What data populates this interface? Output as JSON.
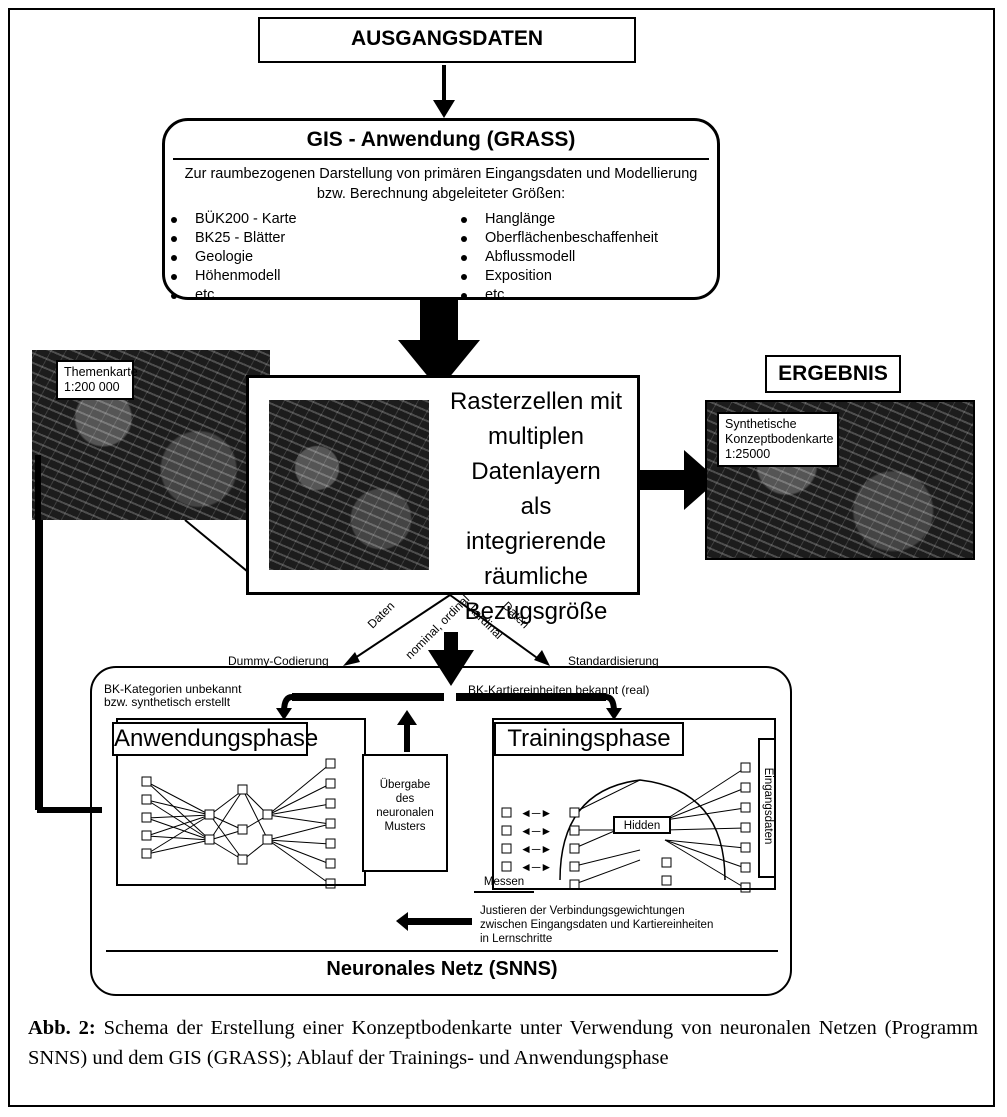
{
  "header_box": {
    "label": "AUSGANGSDATEN"
  },
  "gis": {
    "title": "GIS - Anwendung (GRASS)",
    "description": "Zur raumbezogenen Darstellung von primären Eingangsdaten und Modellierung bzw. Berechnung abgeleiteter Größen:",
    "list_left": [
      "BÜK200 - Karte",
      "BK25 - Blätter",
      "Geologie",
      "Höhenmodell",
      "etc."
    ],
    "list_right": [
      "Hanglänge",
      "Oberflächenbeschaffenheit",
      "Abflussmodell",
      "Exposition",
      "etc."
    ]
  },
  "theme_map": {
    "label_line1": "Themenkarte",
    "label_line2": "1:200 000"
  },
  "raster": {
    "lines": [
      "Rasterzellen mit",
      "multiplen",
      "Datenlayern",
      "als",
      "integrierende",
      "räumliche",
      "Bezugsgröße"
    ]
  },
  "result": {
    "label": "ERGEBNIS",
    "map_label_line1": "Synthetische",
    "map_label_line2": "Konzeptbodenkarte",
    "map_label_line3": "1:25000"
  },
  "edges": {
    "left_data": "Daten",
    "left_scale": "nominal, ordinal",
    "left_coding": "Dummy-Codierung",
    "right_data": "Daten",
    "right_scale": "kardinal",
    "right_coding": "Standardisierung"
  },
  "nn": {
    "left_note_line1": "BK-Kategorien unbekannt",
    "left_note_line2": "bzw. synthetisch erstellt",
    "right_note": "BK-Kartiereinheiten bekannt (real)",
    "application_phase": "Anwendungsphase",
    "training_phase": "Trainingsphase",
    "transfer_line1": "Übergabe",
    "transfer_line2": "des",
    "transfer_line3": "neuronalen",
    "transfer_line4": "Musters",
    "hidden": "Hidden",
    "measure": "Messen",
    "vertical_label": "Eingangsdaten",
    "adjust_line1": "Justieren der Verbindungsgewichtungen",
    "adjust_line2": "zwischen Eingangsdaten und Kartiereinheiten",
    "adjust_line3": "in Lernschritte",
    "title": "Neuronales Netz (SNNS)"
  },
  "caption": {
    "prefix": "Abb. 2:",
    "text": "Schema der Erstellung einer Konzeptbodenkarte unter Verwendung von neuronalen Netzen (Programm SNNS) und dem GIS (GRASS); Ablauf der Trainings- und Anwendungsphase"
  }
}
